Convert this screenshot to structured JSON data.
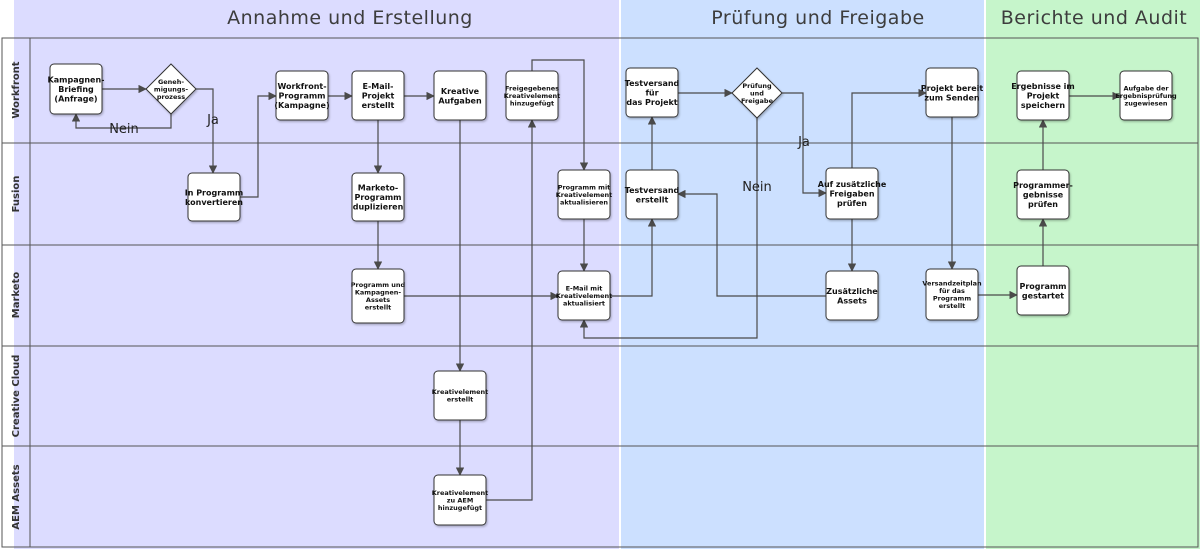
{
  "colors": {
    "phase1": "#dcdcff",
    "phase2": "#cce0ff",
    "phase3": "#c6f5cb",
    "node_fill": "#ffffff",
    "node_stroke": "#333333",
    "edge": "#4a4a4a"
  },
  "phases": [
    {
      "id": "p1",
      "title": "Annahme und Erstellung"
    },
    {
      "id": "p2",
      "title": "Prüfung und Freigabe"
    },
    {
      "id": "p3",
      "title": "Berichte und Audit"
    }
  ],
  "lanes": [
    {
      "id": "workfront",
      "label": "Workfront"
    },
    {
      "id": "fusion",
      "label": "Fusion"
    },
    {
      "id": "marketo",
      "label": "Marketo"
    },
    {
      "id": "creative_cloud",
      "label": "Creative Cloud"
    },
    {
      "id": "aem_assets",
      "label": "AEM Assets"
    }
  ],
  "nodes": [
    {
      "id": "n1",
      "shape": "rect",
      "lines": [
        "Kampagnen-",
        "Briefing",
        "(Anfrage)"
      ]
    },
    {
      "id": "n2",
      "shape": "diamond",
      "lines": [
        "Geneh-",
        "migungs-",
        "prozess"
      ]
    },
    {
      "id": "n3",
      "shape": "rect",
      "lines": [
        "In Programm",
        "konvertieren"
      ]
    },
    {
      "id": "n4",
      "shape": "rect",
      "lines": [
        "Workfront-",
        "Programm",
        "(Kampagne)"
      ]
    },
    {
      "id": "n5",
      "shape": "rect",
      "lines": [
        "E-Mail-",
        "Projekt",
        "erstellt"
      ]
    },
    {
      "id": "n6",
      "shape": "rect",
      "lines": [
        "Marketo-",
        "Programm",
        "duplizieren"
      ]
    },
    {
      "id": "n7",
      "shape": "rect",
      "lines": [
        "Programm und",
        "Kampagnen-",
        "Assets",
        "erstellt"
      ]
    },
    {
      "id": "n8",
      "shape": "rect",
      "lines": [
        "Kreative",
        "Aufgaben"
      ]
    },
    {
      "id": "n9",
      "shape": "rect",
      "lines": [
        "Kreativelement",
        "erstellt"
      ]
    },
    {
      "id": "n10",
      "shape": "rect",
      "lines": [
        "Kreativelement",
        "zu AEM",
        "hinzugefügt"
      ]
    },
    {
      "id": "n11",
      "shape": "rect",
      "lines": [
        "Freigegebenes",
        "Kreativelement",
        "hinzugefügt"
      ]
    },
    {
      "id": "n12",
      "shape": "rect",
      "lines": [
        "Programm mit",
        "Kreativelement",
        "aktualisieren"
      ]
    },
    {
      "id": "n13",
      "shape": "rect",
      "lines": [
        "E-Mail mit",
        "Kreativelement",
        "aktualisiert"
      ]
    },
    {
      "id": "n14",
      "shape": "rect",
      "lines": [
        "Testversand",
        "erstellt"
      ]
    },
    {
      "id": "n15",
      "shape": "rect",
      "lines": [
        "Testversand",
        "für",
        "das Projekt"
      ]
    },
    {
      "id": "n16",
      "shape": "diamond",
      "lines": [
        "Prüfung",
        "und",
        "Freigabe"
      ]
    },
    {
      "id": "n17",
      "shape": "rect",
      "lines": [
        "Auf zusätzliche",
        "Freigaben",
        "prüfen"
      ]
    },
    {
      "id": "n18",
      "shape": "rect",
      "lines": [
        "Zusätzliche",
        "Assets"
      ]
    },
    {
      "id": "n19",
      "shape": "rect",
      "lines": [
        "Projekt bereit",
        "zum Senden"
      ]
    },
    {
      "id": "n20",
      "shape": "rect",
      "lines": [
        "Versandzeitplan",
        "für das",
        "Programm",
        "erstellt"
      ]
    },
    {
      "id": "n21",
      "shape": "rect",
      "lines": [
        "Programm",
        "gestartet"
      ]
    },
    {
      "id": "n22",
      "shape": "rect",
      "lines": [
        "Programmer-",
        "gebnisse",
        "prüfen"
      ]
    },
    {
      "id": "n23",
      "shape": "rect",
      "lines": [
        "Ergebnisse im",
        "Projekt",
        "speichern"
      ]
    },
    {
      "id": "n24",
      "shape": "rect",
      "lines": [
        "Aufgabe der",
        "Ergebnisprüfung",
        "zugewiesen"
      ]
    }
  ],
  "edges": [
    {
      "from": "n1",
      "to": "n2",
      "label": ""
    },
    {
      "from": "n2",
      "to": "n1",
      "label": "Nein"
    },
    {
      "from": "n2",
      "to": "n3",
      "label": "Ja"
    },
    {
      "from": "n3",
      "to": "n4",
      "label": ""
    },
    {
      "from": "n4",
      "to": "n5",
      "label": ""
    },
    {
      "from": "n5",
      "to": "n8",
      "label": ""
    },
    {
      "from": "n5",
      "to": "n6",
      "label": ""
    },
    {
      "from": "n6",
      "to": "n7",
      "label": ""
    },
    {
      "from": "n7",
      "to": "n13",
      "label": ""
    },
    {
      "from": "n8",
      "to": "n9",
      "label": ""
    },
    {
      "from": "n9",
      "to": "n10",
      "label": ""
    },
    {
      "from": "n10",
      "to": "n11",
      "label": ""
    },
    {
      "from": "n11",
      "to": "n12",
      "label": ""
    },
    {
      "from": "n12",
      "to": "n13",
      "label": ""
    },
    {
      "from": "n13",
      "to": "n14",
      "label": ""
    },
    {
      "from": "n14",
      "to": "n15",
      "label": ""
    },
    {
      "from": "n15",
      "to": "n16",
      "label": ""
    },
    {
      "from": "n16",
      "to": "n17",
      "label": "Ja"
    },
    {
      "from": "n16",
      "to": "n13",
      "label": "Nein"
    },
    {
      "from": "n17",
      "to": "n18",
      "label": ""
    },
    {
      "from": "n18",
      "to": "n14",
      "label": ""
    },
    {
      "from": "n17",
      "to": "n19",
      "label": ""
    },
    {
      "from": "n19",
      "to": "n20",
      "label": ""
    },
    {
      "from": "n20",
      "to": "n21",
      "label": ""
    },
    {
      "from": "n21",
      "to": "n22",
      "label": ""
    },
    {
      "from": "n22",
      "to": "n23",
      "label": ""
    },
    {
      "from": "n23",
      "to": "n24",
      "label": ""
    }
  ]
}
